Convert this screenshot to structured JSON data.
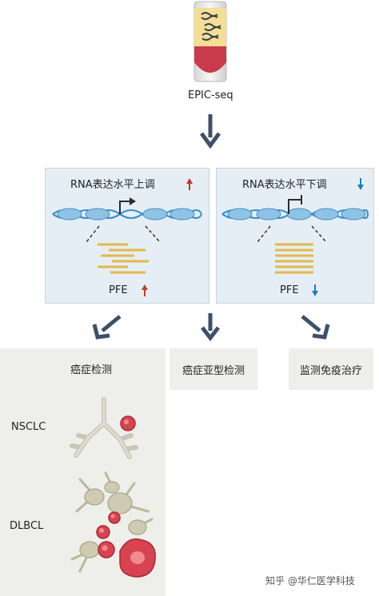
{
  "top": {
    "method_label": "EPIC-seq"
  },
  "panels": [
    {
      "title": "RNA表达水平上调",
      "direction": "up",
      "feature_label": "PFE"
    },
    {
      "title": "RNA表达水平下调",
      "direction": "down",
      "feature_label": "PFE"
    }
  ],
  "applications": [
    {
      "label": "癌症检测",
      "examples": [
        "NSCLC",
        "DLBCL"
      ]
    },
    {
      "label": "癌症亚型检测"
    },
    {
      "label": "监测免疫治疗"
    }
  ],
  "watermark": "知乎 @华仁医学科技",
  "colors": {
    "arrow": "#3d5068",
    "up_arrow": "#c0392b",
    "down_arrow": "#1a7fb5",
    "dna": "#2f8fce",
    "nucleosome": "#8ec3e6",
    "fragment": "#e3b84c",
    "panel_bg": "#e6eef5",
    "app_bg": "#eeeeea",
    "tube_blood": "#c93a4a",
    "tube_plasma": "#f3dc8e"
  }
}
